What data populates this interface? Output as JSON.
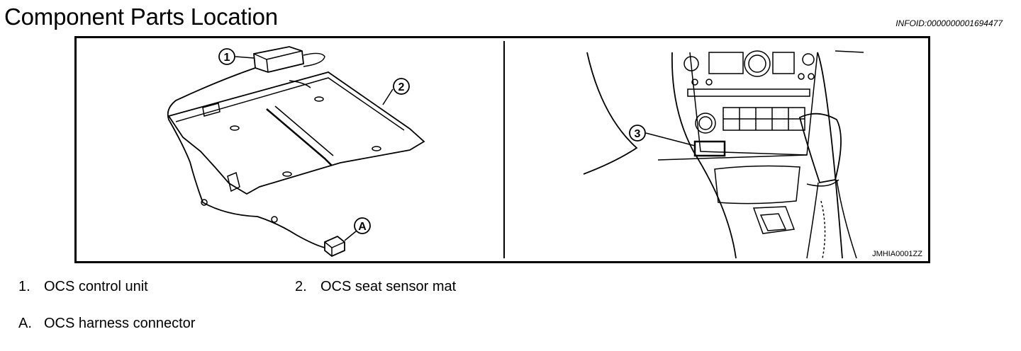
{
  "header": {
    "title": "Component Parts Location",
    "infoid": "INFOID:0000000001694477"
  },
  "figure": {
    "code": "JMHIA0001ZZ",
    "callouts": [
      "1",
      "2",
      "3",
      "A"
    ]
  },
  "legend": [
    {
      "num": "1.",
      "text": "OCS control unit"
    },
    {
      "num": "2.",
      "text": "OCS seat sensor mat"
    },
    {
      "num": "A.",
      "text": "OCS harness connector"
    }
  ]
}
